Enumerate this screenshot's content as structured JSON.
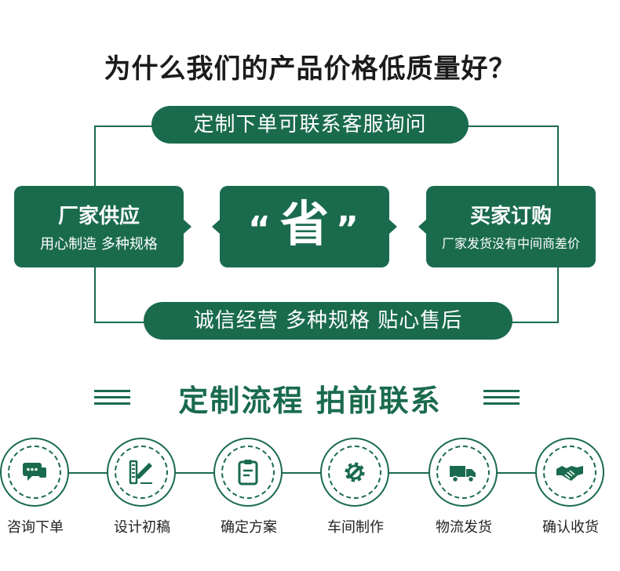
{
  "title": "为什么我们的产品价格低质量好？",
  "top_pill": "定制下单可联系客服询问",
  "bottom_pill": "诚信经营 多种规格 贴心售后",
  "left_box": {
    "heading": "厂家供应",
    "sub": "用心制造 多种规格"
  },
  "center_box": {
    "open_quote": "“",
    "main": "省",
    "close_quote": "”"
  },
  "right_box": {
    "heading": "买家订购",
    "sub": "厂家发货没有中间商差价"
  },
  "section_title": "定制流程 拍前联系",
  "steps": [
    {
      "label": "咨询下单",
      "icon": "chat-icon"
    },
    {
      "label": "设计初稿",
      "icon": "design-pencil-ruler-icon"
    },
    {
      "label": "确定方案",
      "icon": "clipboard-icon"
    },
    {
      "label": "车间制作",
      "icon": "gear-wrench-icon"
    },
    {
      "label": "物流发货",
      "icon": "truck-icon"
    },
    {
      "label": "确认收货",
      "icon": "handshake-icon"
    }
  ],
  "colors": {
    "primary": "#1a6b4d",
    "title": "#1b1b1b",
    "background": "#ffffff"
  }
}
